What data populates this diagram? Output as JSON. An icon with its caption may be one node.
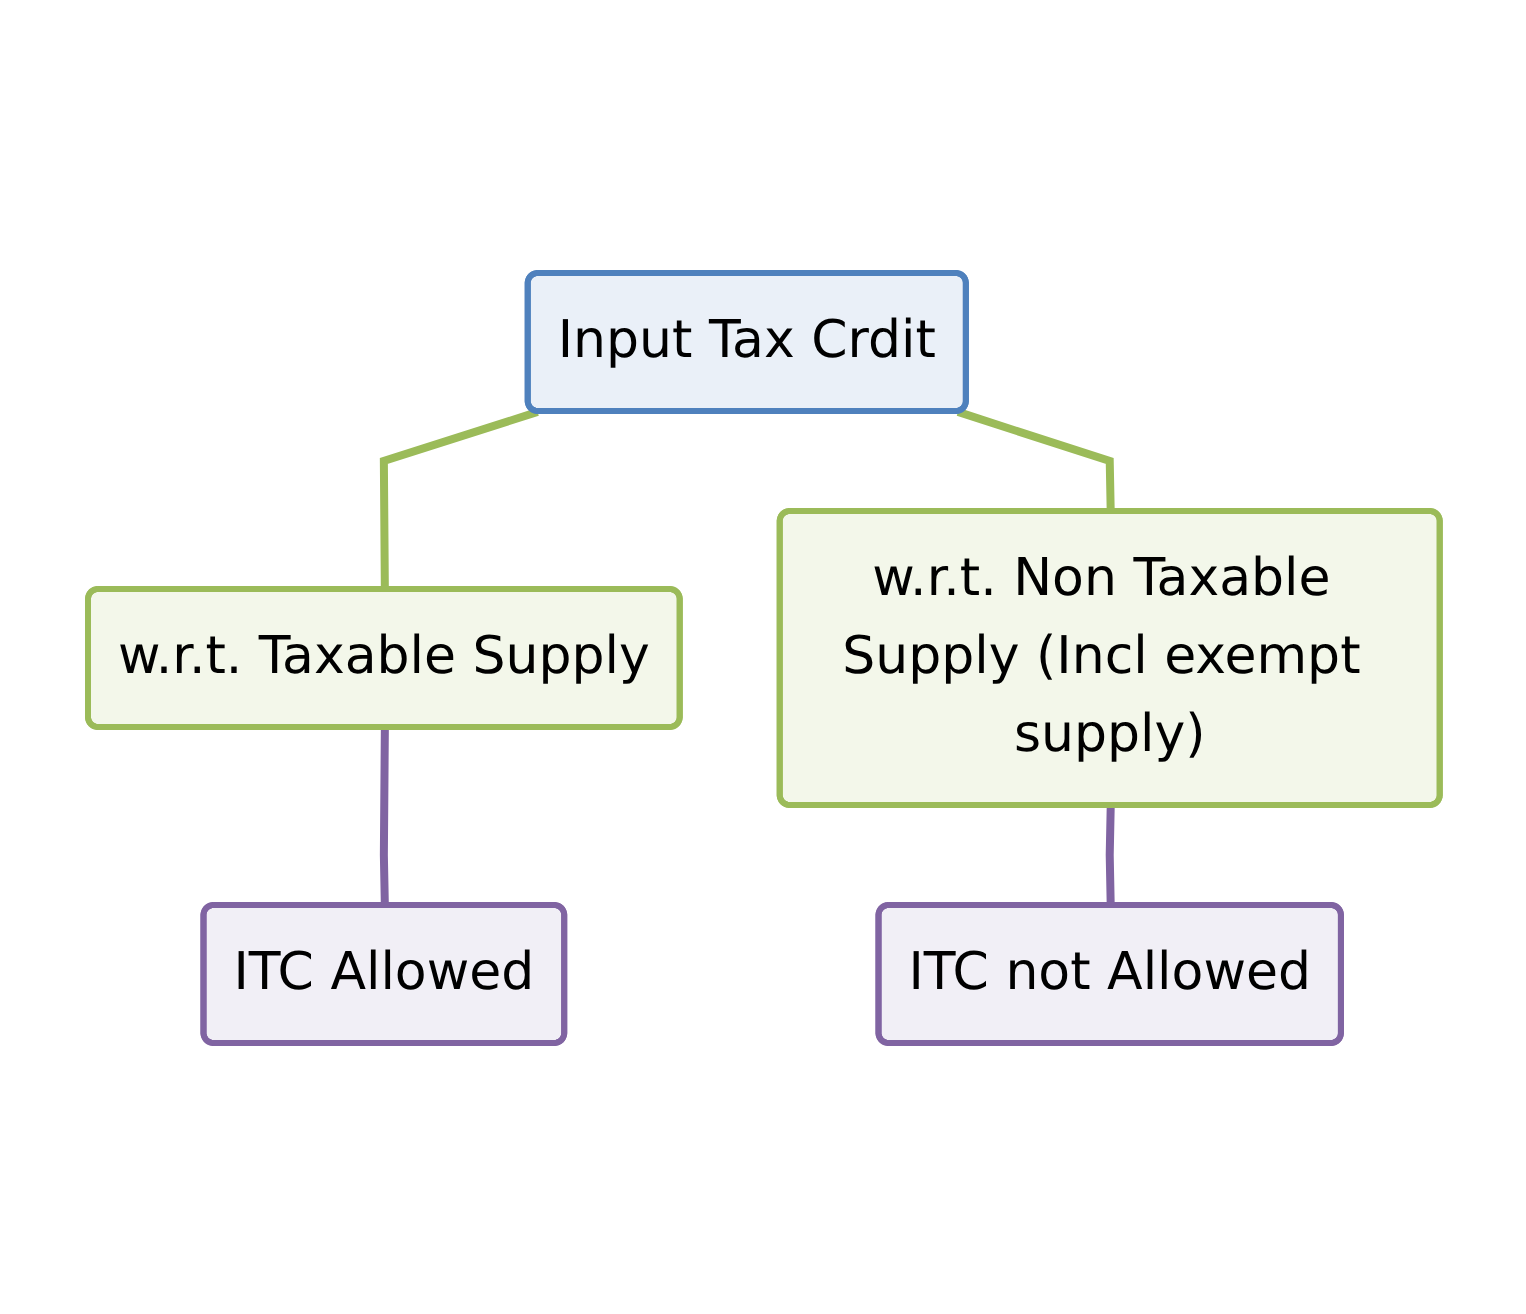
{
  "diagram": {
    "nodes": [
      {
        "text": [
          "Input Tax Crdit"
        ]
      },
      {
        "text": [
          "w.r.t. Taxable Supply"
        ]
      },
      {
        "text": [
          "w.r.t. Non Taxable Supply (Incl exempt supply)"
        ]
      },
      {
        "text": [
          "ITC Allowed"
        ]
      },
      {
        "text": [
          "ITC not Allowed"
        ]
      }
    ],
    "edges": [
      {
        "from": 0,
        "to": 1,
        "arrow": "none"
      },
      {
        "from": 0,
        "to": 2,
        "arrow": "none"
      },
      {
        "from": 1,
        "to": 3,
        "arrow": "none",
        "color": "#8064a2"
      },
      {
        "from": 2,
        "to": 4,
        "arrow": "none",
        "color": "#8064a2"
      }
    ]
  }
}
